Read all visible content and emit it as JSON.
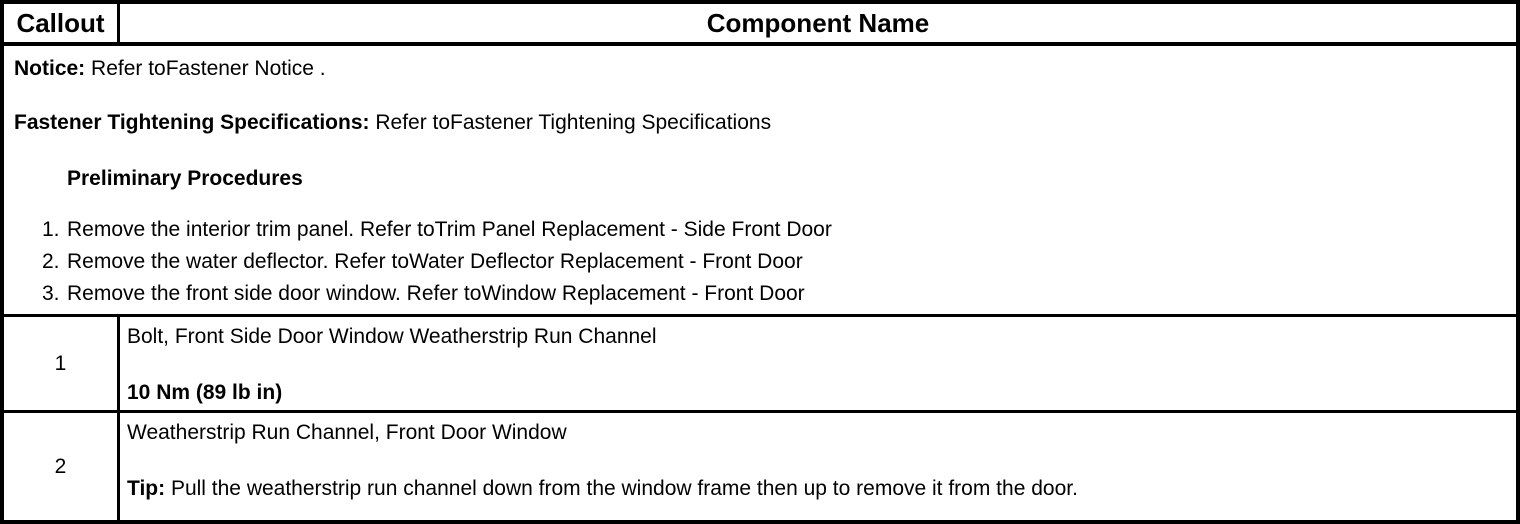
{
  "table": {
    "header": {
      "callout": "Callout",
      "component_name": "Component Name"
    },
    "intro": {
      "notice_label": "Notice:",
      "notice_text": " Refer toFastener Notice .",
      "fastener_label": "Fastener Tightening Specifications:",
      "fastener_text": " Refer toFastener Tightening Specifications",
      "preliminary_heading": "Preliminary Procedures",
      "procedures": [
        {
          "num": "1.",
          "text": "Remove the interior trim panel. Refer toTrim Panel Replacement - Side Front Door"
        },
        {
          "num": "2.",
          "text": "Remove the water deflector. Refer toWater Deflector Replacement - Front Door"
        },
        {
          "num": "3.",
          "text": "Remove the front side door window. Refer toWindow Replacement - Front Door"
        }
      ]
    },
    "rows": [
      {
        "callout": "1",
        "name": "Bolt, Front Side Door Window Weatherstrip Run Channel",
        "spec": "10 Nm (89 lb in)"
      },
      {
        "callout": "2",
        "name": "Weatherstrip Run Channel, Front Door Window",
        "tip_label": "Tip:",
        "tip_text": " Pull the weatherstrip run channel down from the window frame then up to remove it from the door."
      }
    ],
    "colors": {
      "border": "#000000",
      "background": "#ffffff",
      "text": "#000000"
    }
  }
}
